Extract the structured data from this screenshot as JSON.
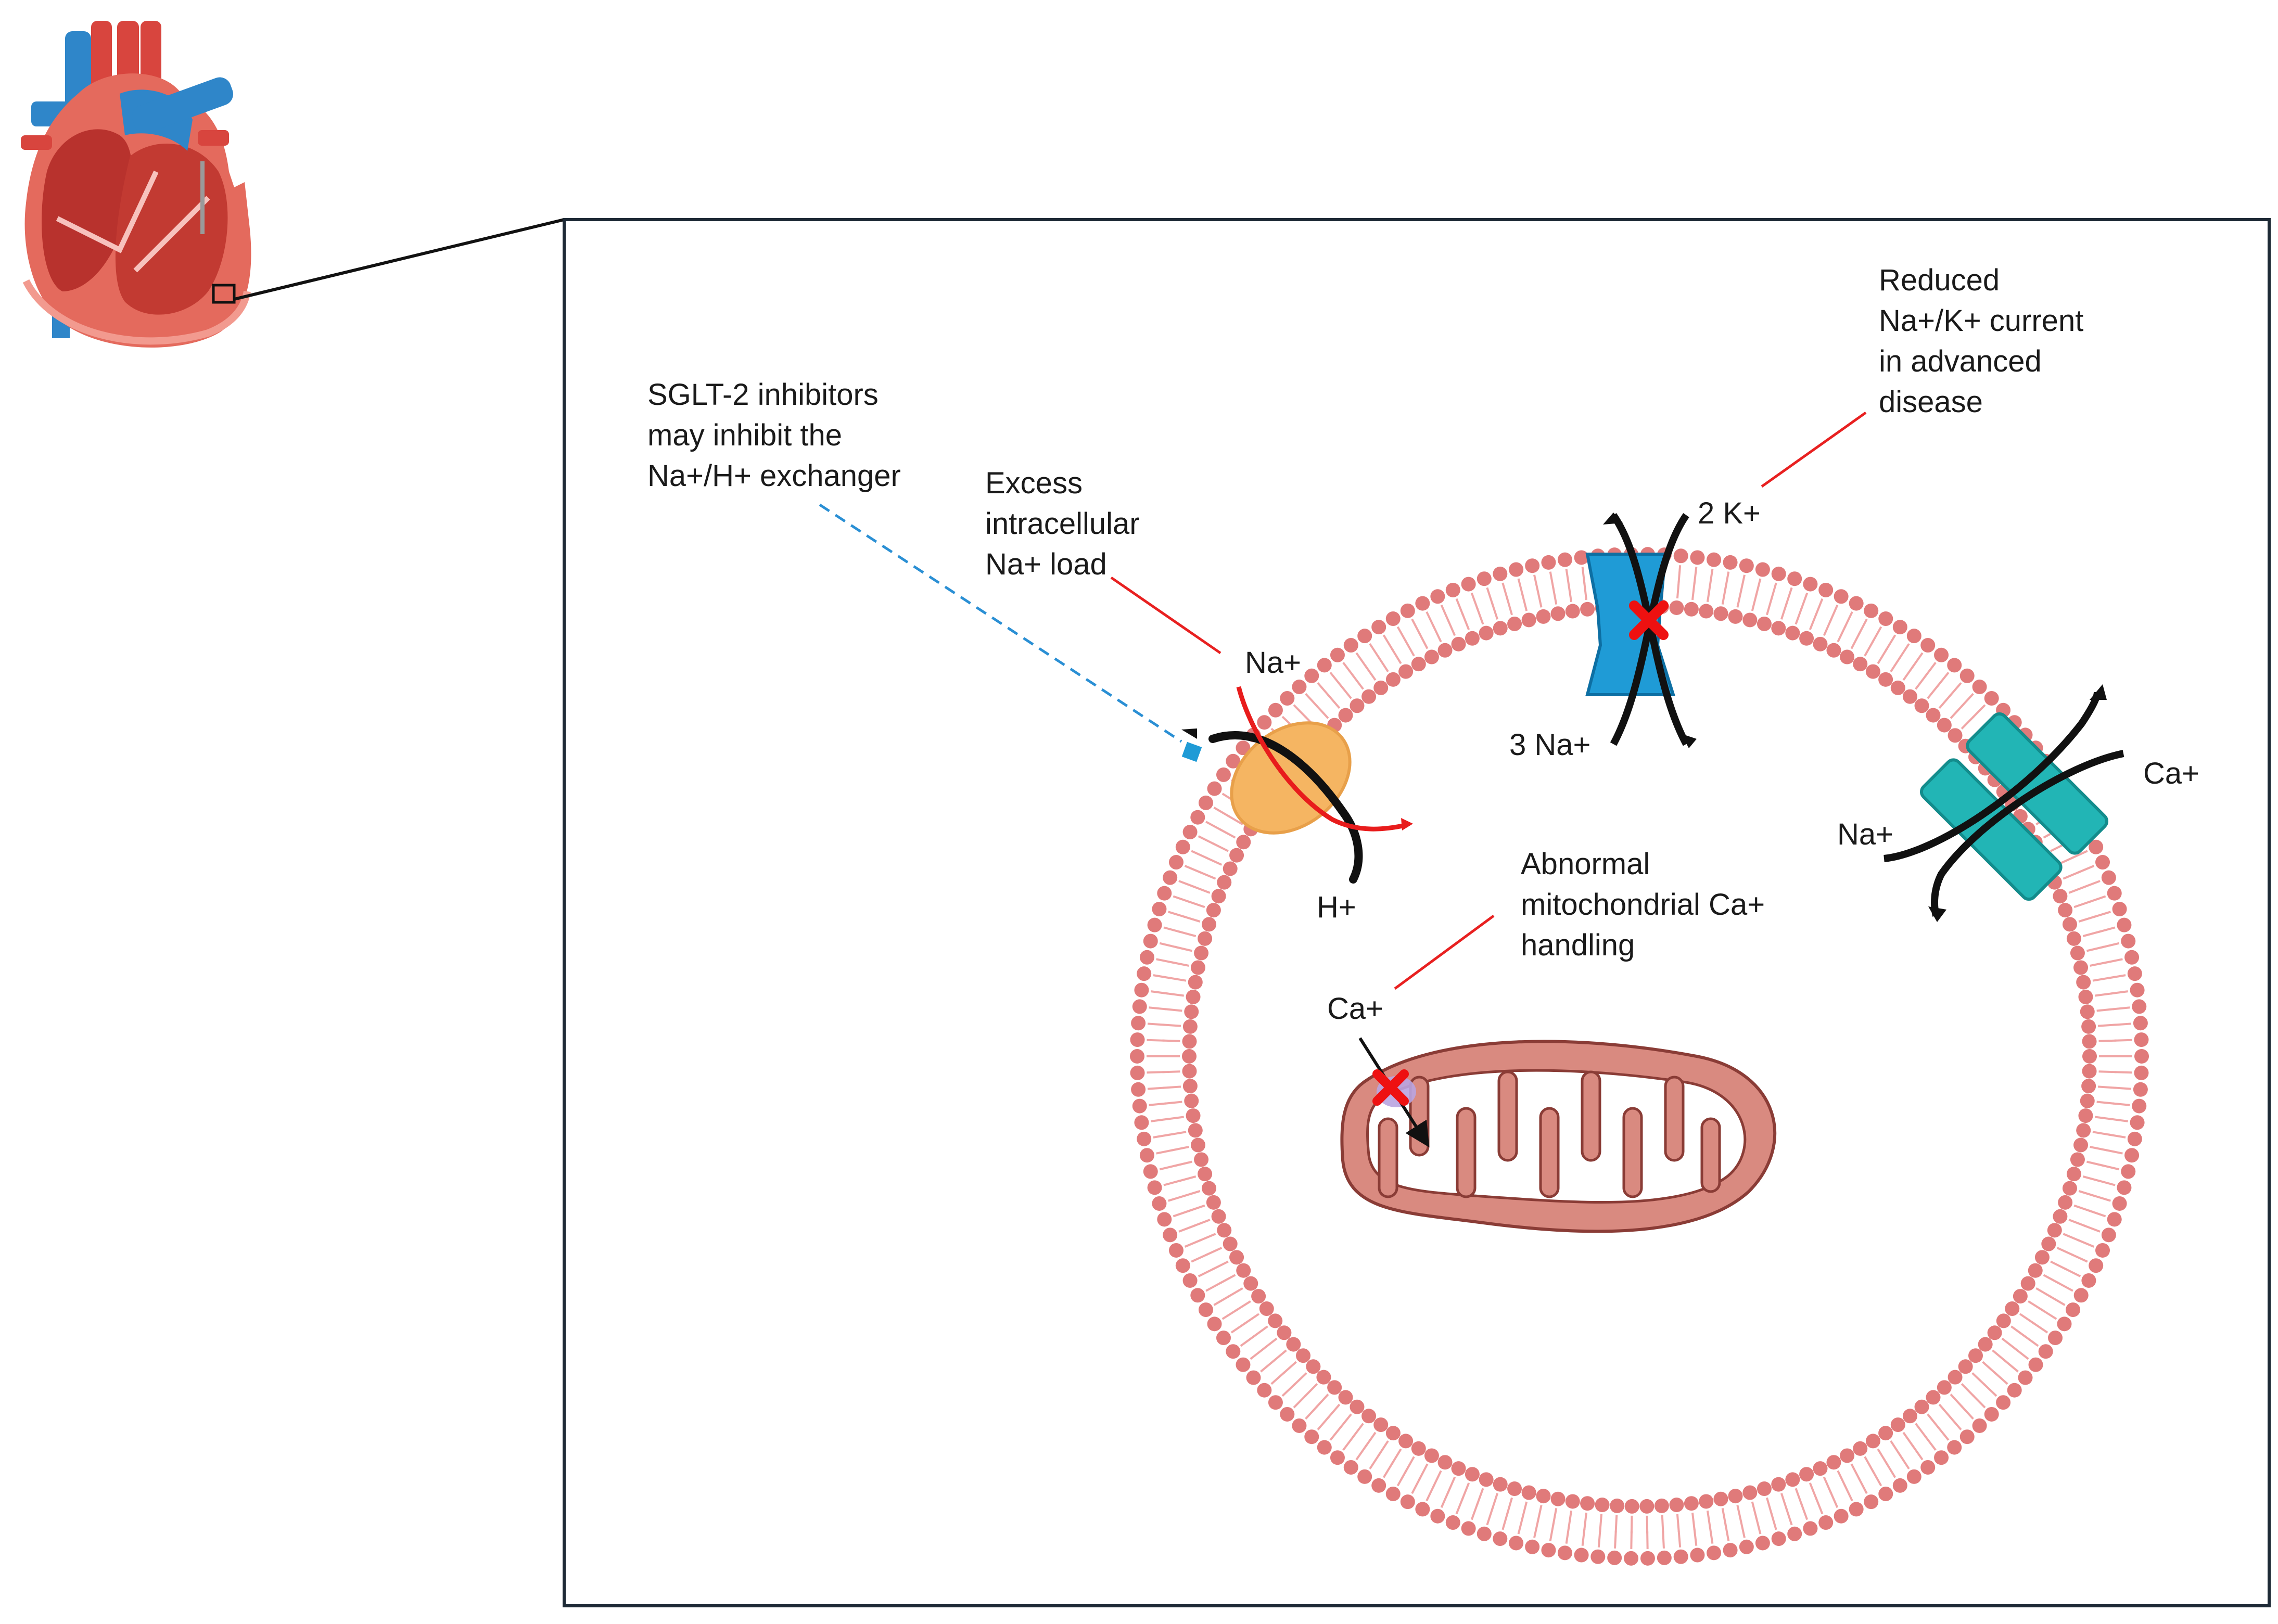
{
  "figure": {
    "annotations": {
      "sglt2": [
        "SGLT-2 inhibitors",
        "may inhibit the",
        "Na+/H+ exchanger"
      ],
      "excess_na": [
        "Excess",
        "intracellular",
        "Na+ load"
      ],
      "reduced_nak": [
        "Reduced",
        "Na+/K+ current",
        "in advanced",
        "disease"
      ],
      "mito_ca": [
        "Abnormal",
        "mitochondrial Ca+",
        "handling"
      ]
    },
    "ions": {
      "nhe_na": "Na+",
      "nhe_h": "H+",
      "pump_k": "2 K+",
      "pump_na": "3 Na+",
      "ncx_ca": "Ca+",
      "ncx_na": "Na+",
      "mito_ca": "Ca+"
    },
    "colors": {
      "membrane": "#e07a7a",
      "nhe": "#f5b562",
      "nak_pump": "#1f9bd6",
      "ncx": "#22b5b5",
      "block_cross": "#ee1111",
      "leader_line": "#e82020",
      "drug_line": "#2a8fd4",
      "mitochondrion": "#d98a80"
    },
    "icons": {
      "heart": "heart-anatomy-icon",
      "block": "block-cross-icon"
    }
  }
}
